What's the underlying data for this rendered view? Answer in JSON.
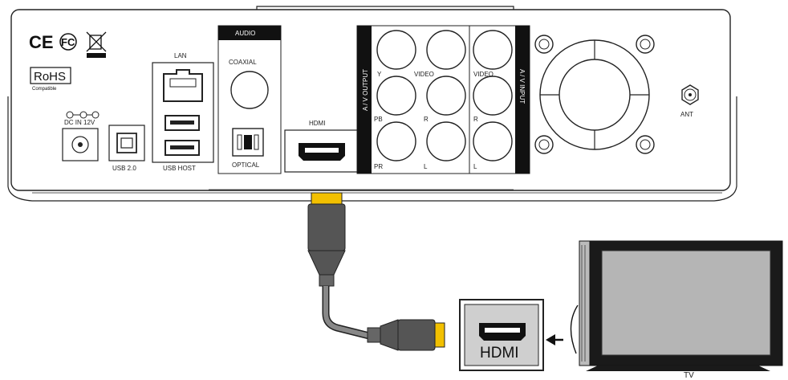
{
  "device": {
    "marks": {
      "ce": "CE",
      "fc": "FC",
      "rohs": "RoHS",
      "rohs_sub": "Compatible"
    },
    "power": {
      "label": "DC IN 12V"
    },
    "usb20": {
      "label": "USB 2.0"
    },
    "lan": {
      "label": "LAN"
    },
    "usb_host": {
      "label": "USB HOST"
    },
    "audio": {
      "header": "AUDIO",
      "coaxial": "COAXIAL",
      "optical": "OPTICAL"
    },
    "hdmi_port": {
      "label": "HDMI"
    },
    "av_output": {
      "header": "A / V OUTPUT",
      "labels": [
        "Y",
        "VIDEO",
        "PB",
        "R",
        "PR",
        "L"
      ]
    },
    "av_input": {
      "header": "A / V INPUT",
      "labels": [
        "VIDEO",
        "R",
        "L"
      ]
    },
    "antenna": {
      "label": "ANT"
    }
  },
  "tv": {
    "label": "TV",
    "hdmi_label": "HDMI"
  },
  "colors": {
    "connector_tip": "#f2c000",
    "cable": "#666666",
    "plug": "#555555"
  },
  "icons": [
    "weee-bin-icon",
    "rj45-icon",
    "usb-a-icon",
    "usb-b-icon",
    "hdmi-port-icon",
    "optical-port-icon",
    "fan-icon",
    "antenna-port-icon",
    "arrow-left-icon"
  ]
}
